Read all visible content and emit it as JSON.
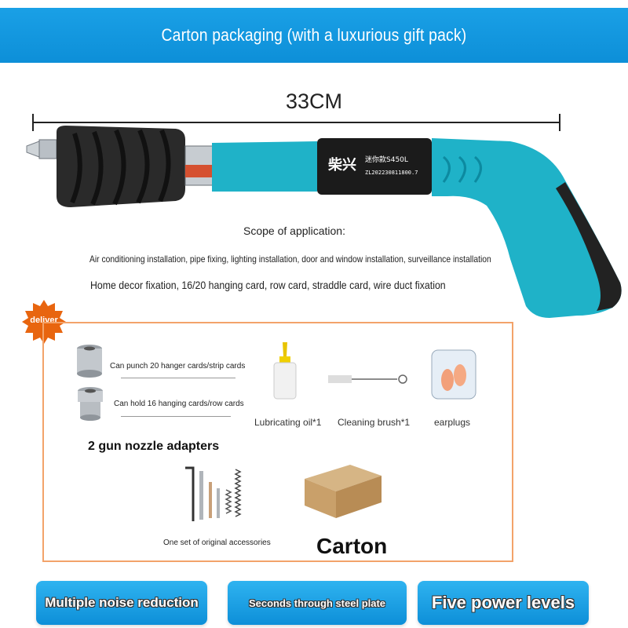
{
  "banner": {
    "title": "Carton packaging (with a luxurious gift pack)"
  },
  "measurement": {
    "length": "33CM"
  },
  "product": {
    "brand_text": "柴兴",
    "model_text": "迷你款S450L",
    "patent_text": "ZL202230811800.7"
  },
  "application": {
    "title": "Scope of application:",
    "line1": "Air conditioning installation, pipe fixing, lighting installation, door and window installation, surveillance installation",
    "line2": "Home decor fixation, 16/20 hanging card, row card, straddle card, wire duct fixation"
  },
  "deliver": {
    "badge": "deliver",
    "adapter1_label": "Can punch 20 hanger cards/strip cards",
    "adapter2_label": "Can hold 16 hanging cards/row cards",
    "adapters_title": "2 gun nozzle adapters",
    "oil_label": "Lubricating oil*1",
    "brush_label": "Cleaning brush*1",
    "earplugs_label": "earplugs",
    "accessories_label": "One set of original accessories",
    "carton_label": "Carton"
  },
  "features": [
    {
      "label": "Multiple noise reduction"
    },
    {
      "label": "Seconds through steel plate"
    },
    {
      "label": "Five power levels"
    }
  ],
  "colors": {
    "accent": "#0d8fd8",
    "gun_body": "#1fb2c8",
    "box_border": "#f3a36a",
    "badge": "#e8650f"
  }
}
